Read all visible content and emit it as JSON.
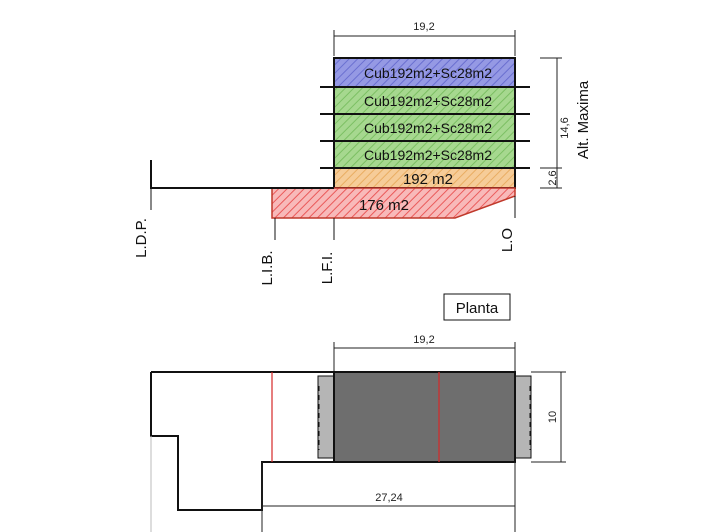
{
  "section": {
    "width_dim": "19,2",
    "floors": [
      {
        "label": "Cub192m2+Sc28m2",
        "fill": "#8f93e2"
      },
      {
        "label": "Cub192m2+Sc28m2",
        "fill": "#9fd48a"
      },
      {
        "label": "Cub192m2+Sc28m2",
        "fill": "#9fd48a"
      },
      {
        "label": "Cub192m2+Sc28m2",
        "fill": "#9fd48a"
      }
    ],
    "ground_floor": {
      "label": "192 m2",
      "fill": "#f4c48c"
    },
    "basement": {
      "label": "176 m2",
      "fill": "#f06b6b"
    },
    "height_dim": "14,6",
    "height_label": "Alt. Maxima",
    "ground_height_dim": "2,6",
    "line_labels": {
      "ldp": "L.D.P.",
      "lib": "L.I.B.",
      "lfi": "L.F.I.",
      "lo": "L.O"
    }
  },
  "plan": {
    "title": "Planta",
    "width_dim": "19,2",
    "depth_dim": "10",
    "lot_dim": "27,24",
    "footprint_color": "#6e6e6e",
    "ramp_color": "#b5b5b5",
    "line_color": "#d62828"
  }
}
